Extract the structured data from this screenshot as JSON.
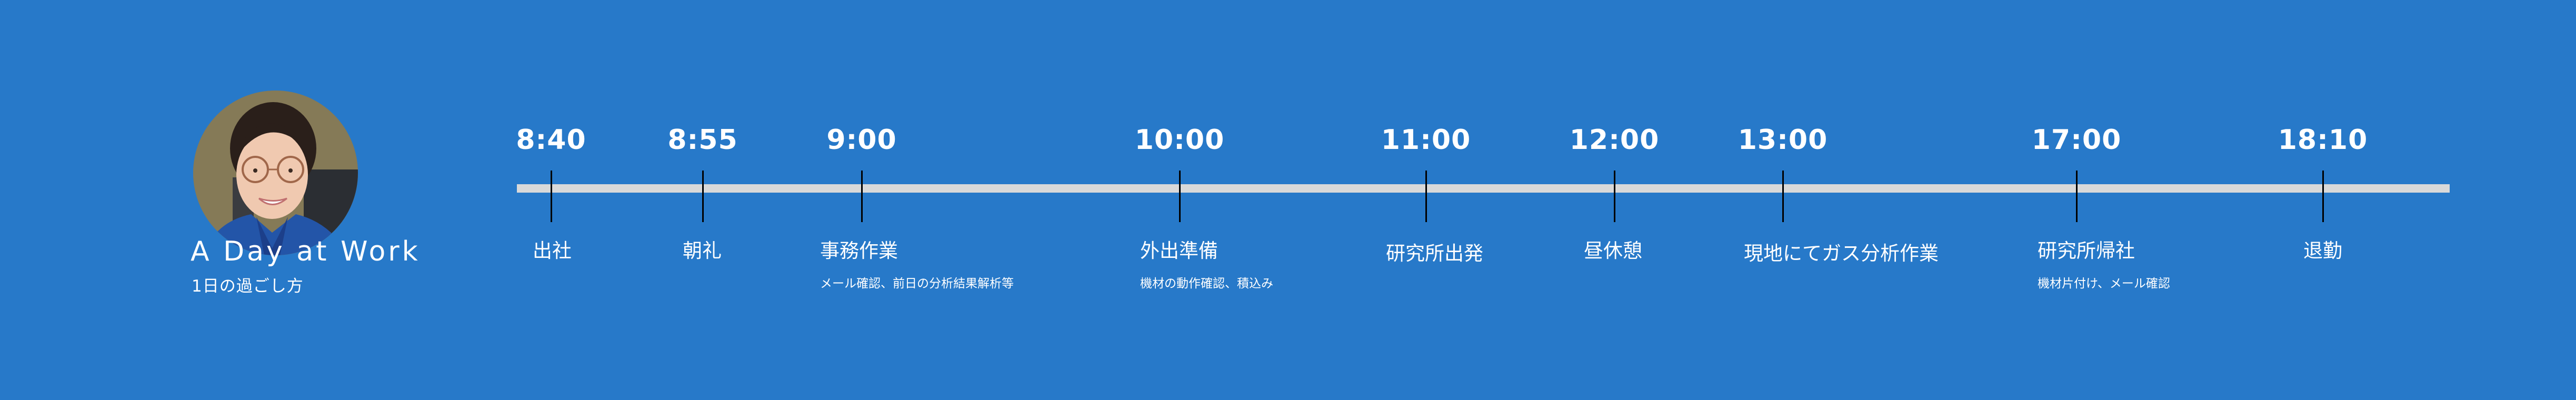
{
  "colors": {
    "background": "#2779C9",
    "bar": "#D9D9D9",
    "tick": "#000000",
    "text": "#FFFFFF"
  },
  "header": {
    "avatar_icon": "person-photo",
    "title": "A Day at Work",
    "subtitle": "1日の過ごし方"
  },
  "timeline": {
    "events": [
      {
        "time": "8:40",
        "label": "出社",
        "detail": ""
      },
      {
        "time": "8:55",
        "label": "朝礼",
        "detail": ""
      },
      {
        "time": "9:00",
        "label": "事務作業",
        "detail": "メール確認、前日の分析結果解析等"
      },
      {
        "time": "10:00",
        "label": "外出準備",
        "detail": "機材の動作確認、積込み"
      },
      {
        "time": "11:00",
        "label": "研究所出発",
        "detail": ""
      },
      {
        "time": "12:00",
        "label": "昼休憩",
        "detail": ""
      },
      {
        "time": "13:00",
        "label": "現地にてガス分析作業",
        "detail": ""
      },
      {
        "time": "17:00",
        "label": "研究所帰社",
        "detail": "機材片付け、メール確認"
      },
      {
        "time": "18:10",
        "label": "退勤",
        "detail": ""
      }
    ]
  }
}
